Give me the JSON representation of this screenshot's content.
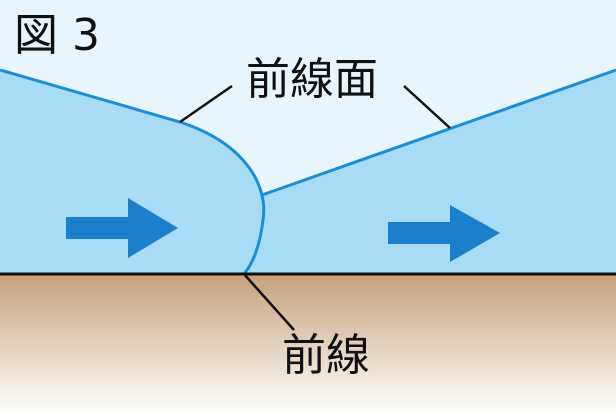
{
  "figure_label": "図 3",
  "labels": {
    "frontal_surface": "前線面",
    "front": "前線"
  },
  "colors": {
    "sky": "#e8f5fc",
    "air_mass": "#a8dcf6",
    "front_edge": "#1a8ed6",
    "arrow": "#1b7fcc",
    "ground_top": "#c4a27a",
    "ground_bottom": "#ffffff",
    "leader_line": "#111111"
  },
  "icons": {
    "left_arrow": "arrow-right-icon",
    "right_arrow": "arrow-right-icon"
  }
}
